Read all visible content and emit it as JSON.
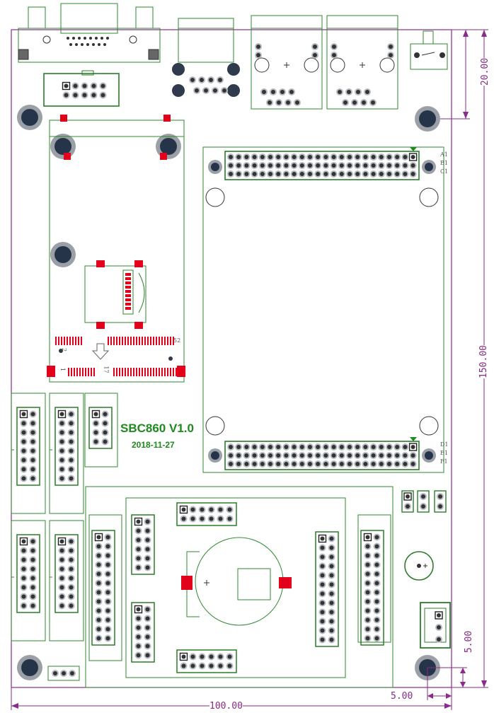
{
  "board": {
    "title": "SBC860 V1.0",
    "date": "2018-11-27"
  },
  "dimensions": {
    "width": "100.00",
    "height": "150.00",
    "top_right_offset": "20.00",
    "bottom_right_vertical": "5.00",
    "bottom_right_horizontal": "5.00"
  },
  "pin_labels": {
    "top_a": "A1",
    "top_b": "B1",
    "top_c": "C1",
    "bottom_d": "D1",
    "bottom_e": "E1",
    "bottom_f": "F1",
    "slot_left": "2",
    "slot_right": "52",
    "slot_bottom_left": "1",
    "slot_bottom_mid": "17"
  },
  "colors": {
    "outline": "#2f8a2f",
    "dimension": "#8a2a8a",
    "pad_red": "#e3001b",
    "hole_fill": "#26344a",
    "hole_ring": "#9aa0a6"
  }
}
